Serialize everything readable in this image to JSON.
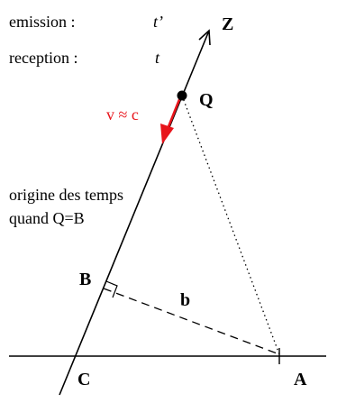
{
  "labels": {
    "emission": "emission :",
    "emission_var": "t’",
    "reception": "reception :",
    "reception_var": "t",
    "velocity": "v ≈ c",
    "origin_line1": "origine des temps",
    "origin_line2": "quand Q=B",
    "point_Z": "Z",
    "point_Q": "Q",
    "point_B": "B",
    "point_b": "b",
    "point_C": "C",
    "point_A": "A"
  },
  "colors": {
    "velocity_arrow": "#e8141b",
    "lines": "#000000"
  }
}
